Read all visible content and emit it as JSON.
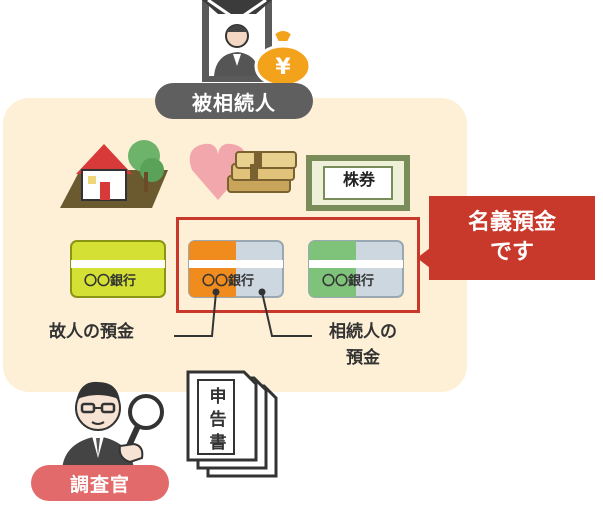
{
  "heir": {
    "label": "被相続人"
  },
  "inspector": {
    "label": "調査官"
  },
  "callout": {
    "line1": "名義預金",
    "line2": "です"
  },
  "labels": {
    "deceased_deposit": "故人の預金",
    "heir_deposit_line1": "相続人の",
    "heir_deposit_line2": "預金"
  },
  "stock_certificate": {
    "label": "株券"
  },
  "report": {
    "chars": [
      "申",
      "告",
      "書"
    ]
  },
  "bankbooks": [
    {
      "label": "〇〇銀行",
      "color": "#d4e034"
    },
    {
      "label": "〇〇銀行",
      "color": "#f08c1e"
    },
    {
      "label": "〇〇銀行",
      "color": "#7fc27a"
    }
  ],
  "colors": {
    "panel": "#fdf0d6",
    "accent_red": "#c8392b",
    "heir_pill": "#5f5f5f",
    "inspector_pill": "#e26a6a"
  },
  "icons": {
    "portrait": "deceased-portrait-icon",
    "money_bag": "yen-money-bag-icon",
    "house": "house-icon",
    "heart_money": "heart-money-icon",
    "inspector": "inspector-magnifier-icon",
    "report": "tax-return-document-icon"
  }
}
